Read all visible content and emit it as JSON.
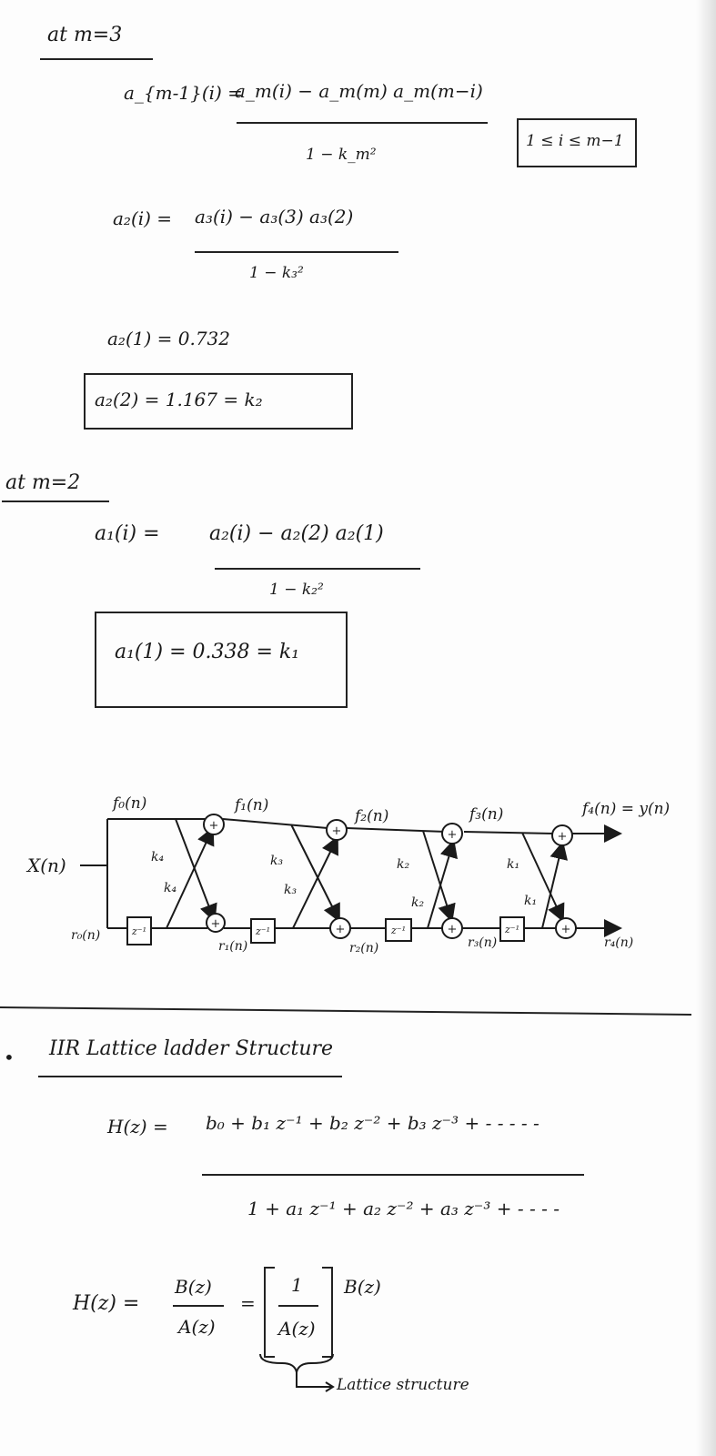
{
  "section1": {
    "heading": "at m=3",
    "general_lhs": "a_{m-1}(i) =",
    "general_num": "a_m(i) − a_m(m) a_m(m−i)",
    "general_den": "1 − k_m²",
    "range_box": "1 ≤ i ≤ m−1",
    "specific_lhs": "a₂(i) =",
    "specific_num": "a₃(i) − a₃(3) a₃(2)",
    "specific_den": "1 − k₃²",
    "result1": "a₂(1) =   0.732",
    "result2_boxed": "a₂(2) =  1.167  = k₂"
  },
  "section2": {
    "heading": "at m=2",
    "lhs": "a₁(i) =",
    "num": "a₂(i) − a₂(2) a₂(1)",
    "den": "1 − k₂²",
    "result_boxed": "a₁(1) =  0.338 = k₁"
  },
  "diagram": {
    "input": "X(n)",
    "top_labels": [
      "f₀(n)",
      "f₁(n)",
      "f₂(n)",
      "f₃(n)",
      "f₄(n) = y(n)"
    ],
    "bottom_labels": [
      "r₀(n)",
      "r₁(n)",
      "r₂(n)",
      "r₃(n)",
      "r₄(n)"
    ],
    "upper_k": [
      "k₄",
      "k₃",
      "k₂",
      "k₁"
    ],
    "lower_k": [
      "k₄",
      "k₃",
      "k₂",
      "k₁"
    ],
    "delay": "z⁻¹",
    "adder": "+"
  },
  "section3": {
    "bullet": "•",
    "heading": "IIR Lattice ladder Structure",
    "hz_lhs": "H(z) =",
    "hz_num": "b₀ + b₁ z⁻¹ + b₂ z⁻² + b₃ z⁻³ + - - - - -",
    "hz_den": "1 + a₁ z⁻¹ + a₂ z⁻² + a₃ z⁻³ + - - - -",
    "hz2_lhs": "H(z) =",
    "hz2_num": "B(z)",
    "hz2_den": "A(z)",
    "eq": "=",
    "bracket_num": "1",
    "bracket_den": "A(z)",
    "bracket_after": "B(z)",
    "annotation": "Lattice structure"
  }
}
